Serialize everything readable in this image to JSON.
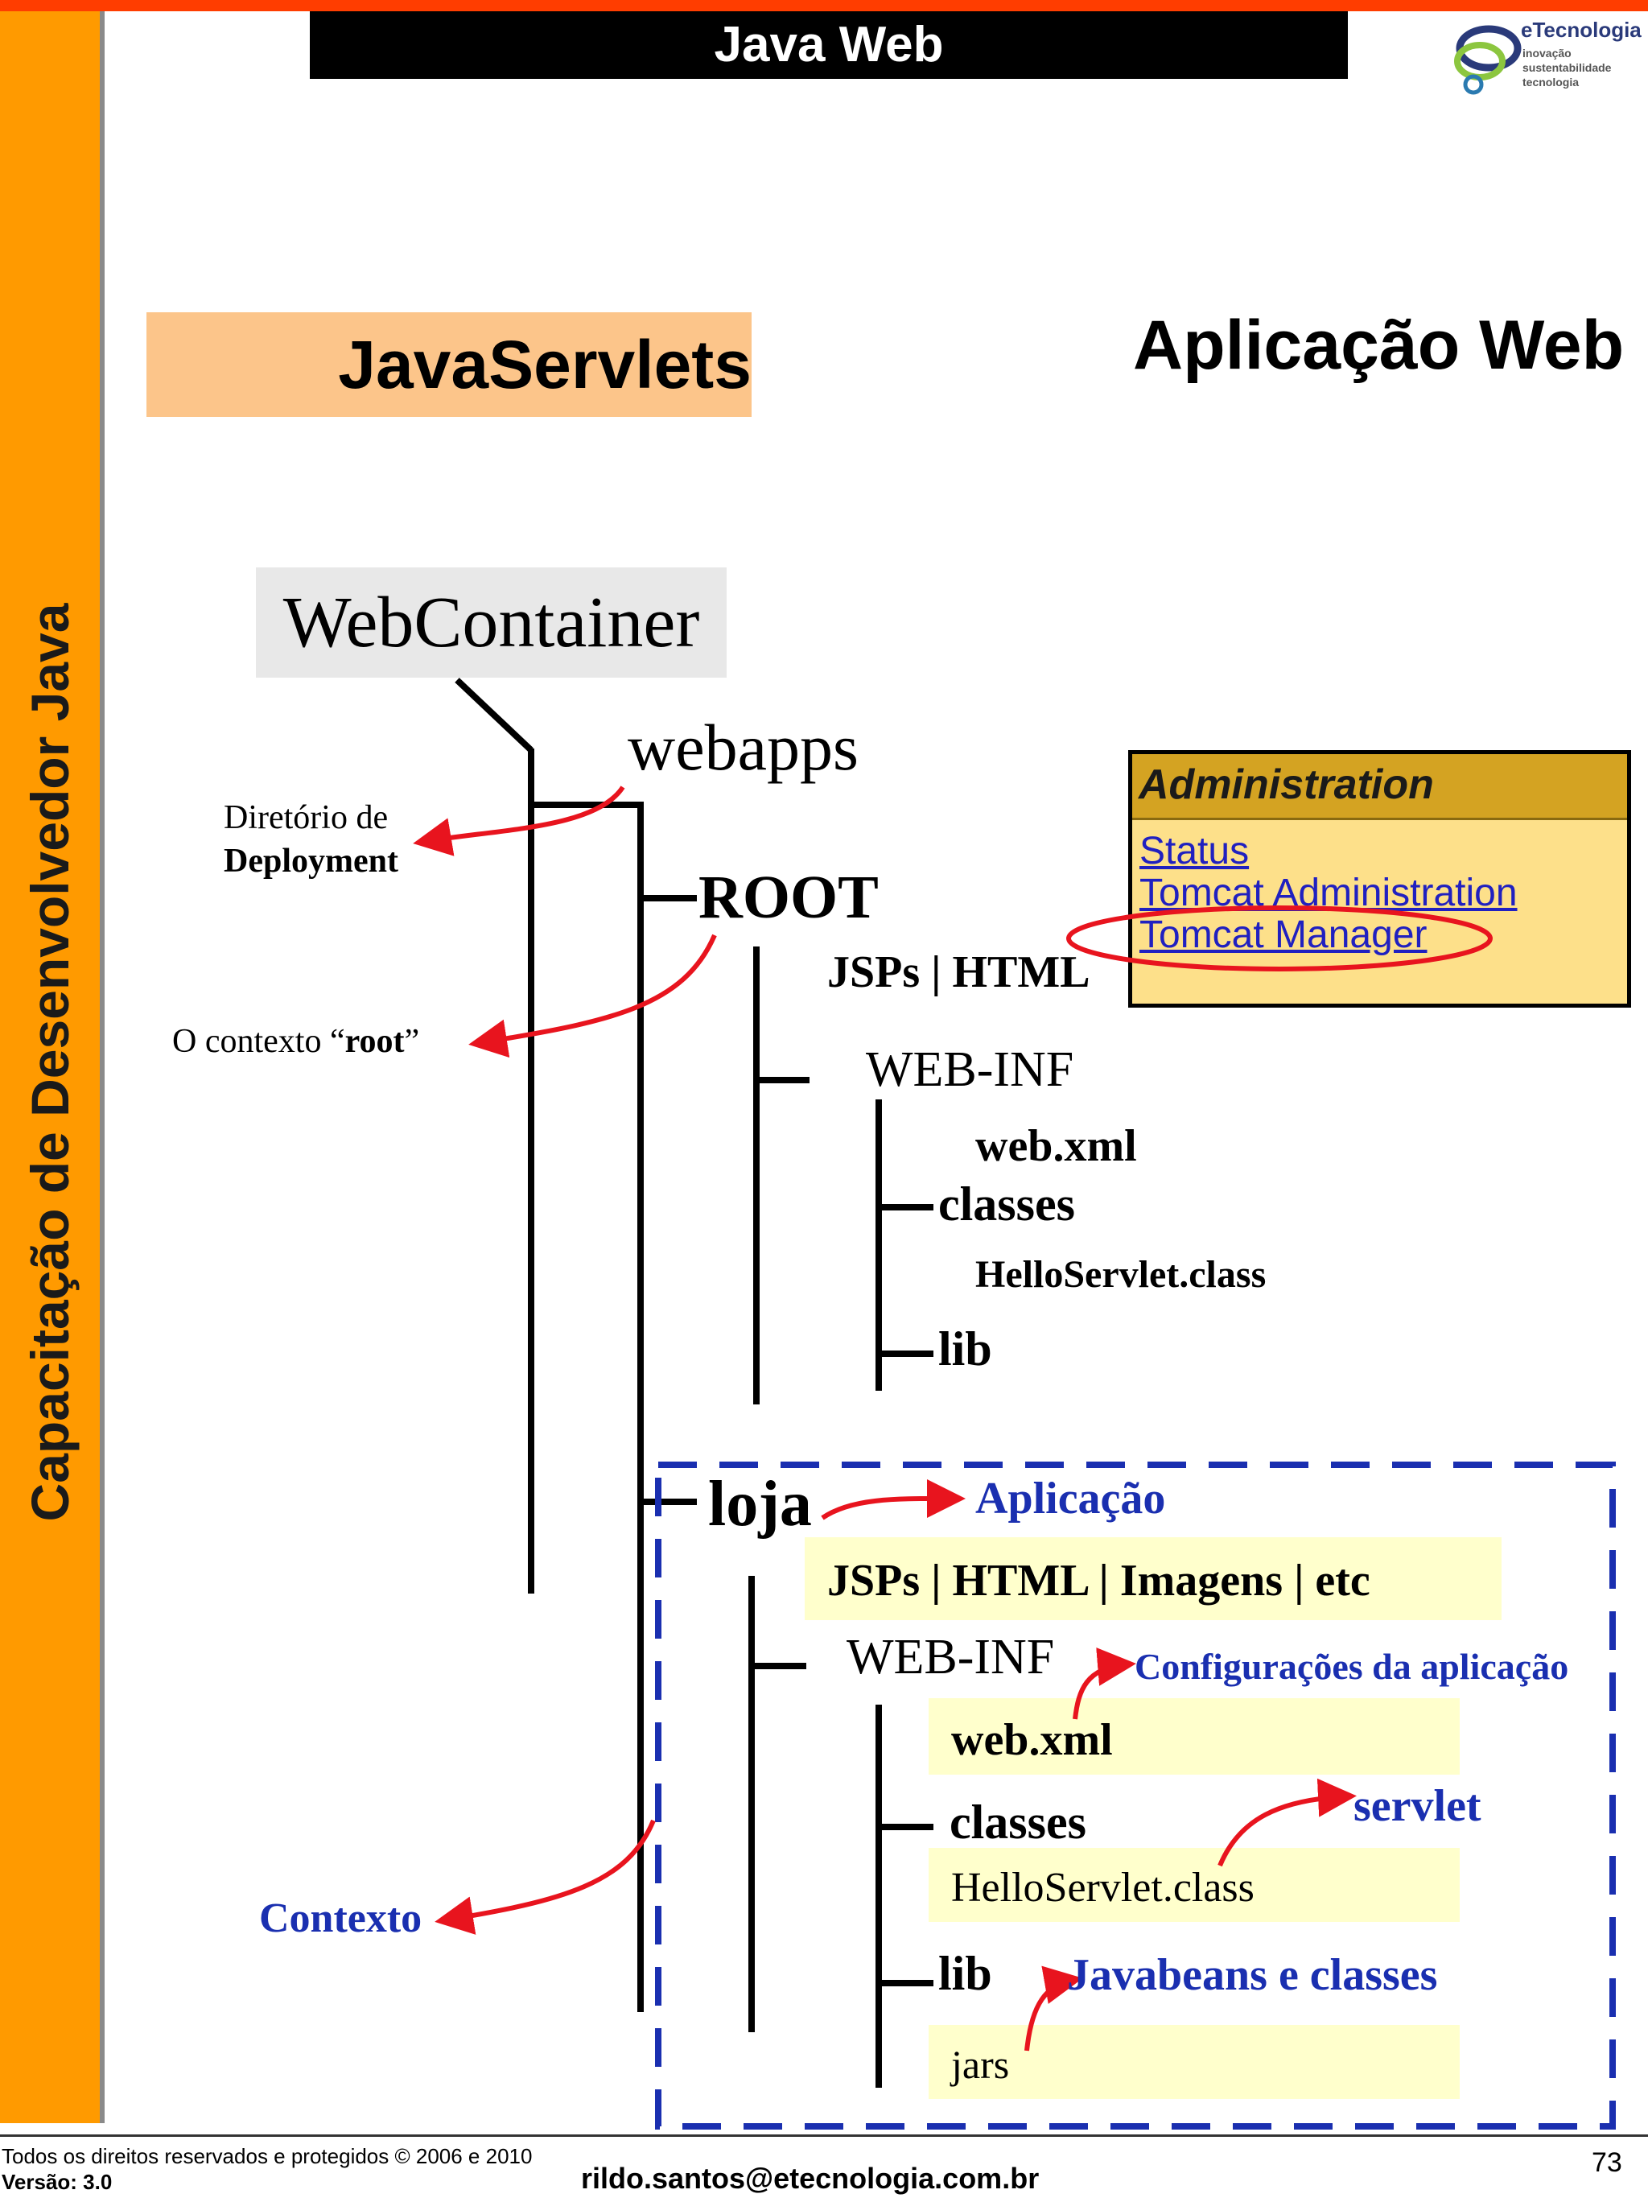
{
  "header": {
    "title": "Java Web",
    "side_title": "Capacitação de Desenvolvedor Java"
  },
  "logo": {
    "name": "eTecnologia",
    "tagline": [
      "inovação",
      "sustentabilidade",
      "tecnologia"
    ]
  },
  "slide": {
    "title": "JavaServlets",
    "subtitle": "Aplicação Web"
  },
  "tree": {
    "webcontainer": "WebContainer",
    "webapps": "webapps",
    "root": "ROOT",
    "root_content": "JSPs | HTML",
    "root_webinf": "WEB-INF",
    "root_webxml": "web.xml",
    "root_classes": "classes",
    "root_helloservlet": "HelloServlet.class",
    "root_lib": "lib",
    "loja": "loja",
    "loja_content": "JSPs | HTML | Imagens | etc",
    "loja_webinf": "WEB-INF",
    "loja_webxml": "web.xml",
    "loja_classes": "classes",
    "loja_helloservlet": "HelloServlet.class",
    "loja_lib": "lib",
    "loja_jars": "jars"
  },
  "annotations": {
    "deployment_line1": "Diretório de",
    "deployment_line2": "Deployment",
    "root_ctx_prefix": "O contexto “",
    "root_ctx_bold": "root",
    "root_ctx_suffix": "”",
    "aplicacao": "Aplicação",
    "config": "Configurações da aplicação",
    "servlet": "servlet",
    "javabeans": "Javabeans e classes",
    "contexto": "Contexto"
  },
  "admin_panel": {
    "title": "Administration",
    "links": [
      "Status",
      "Tomcat Administration",
      "Tomcat Manager"
    ],
    "highlighted_link": "Tomcat Manager"
  },
  "footer": {
    "rights": "Todos os direitos reservados e protegidos © 2006 e 2010",
    "version": "Versão: 3.0",
    "email": "rildo.santos@etecnologia.com.br",
    "page": "73"
  },
  "colors": {
    "top_bar": "#ff3d00",
    "side_bar": "#ff9a00",
    "title_box": "#fcc58a",
    "annotation_blue": "#1a2fb0",
    "arrow_red": "#e8141e",
    "admin_bg": "#fde08a",
    "admin_header": "#d4a322",
    "highlight_yellow": "#ffffcc"
  }
}
